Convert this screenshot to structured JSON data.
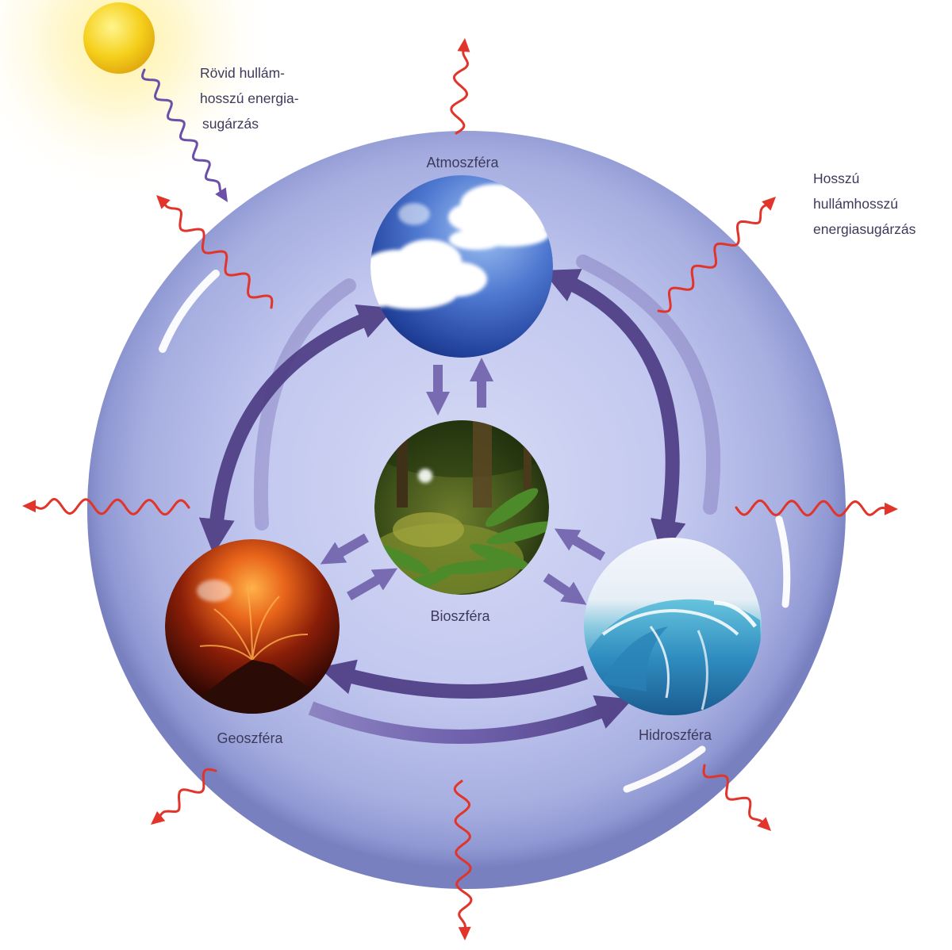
{
  "diagram": {
    "incoming_radiation_label": [
      "Rövid hullám-",
      "hosszú energia-",
      "sugárzás"
    ],
    "outgoing_radiation_label": [
      "Hosszú",
      "hullámhosszú",
      "energiasugárzás"
    ],
    "spheres": {
      "atmosphere": "Atmoszféra",
      "biosphere": "Bioszféra",
      "geosphere": "Geoszféra",
      "hydrosphere": "Hidroszféra"
    }
  },
  "icons": {
    "sun": "sun-icon",
    "atmosphere": "clouds-sky-icon",
    "biosphere": "forest-icon",
    "geosphere": "volcano-icon",
    "hydrosphere": "ocean-wave-icon"
  },
  "colors": {
    "background": "#ffffff",
    "earth_system_sphere": "#aab2e4",
    "exchange_arrow": "#4e3d84",
    "exchange_arrow_light": "#6a5aa8",
    "outgoing_radiation": "#e1342b",
    "incoming_radiation": "#6b4fa8",
    "sun": "#f5cf1a",
    "label_text": "#3d3a5c"
  }
}
